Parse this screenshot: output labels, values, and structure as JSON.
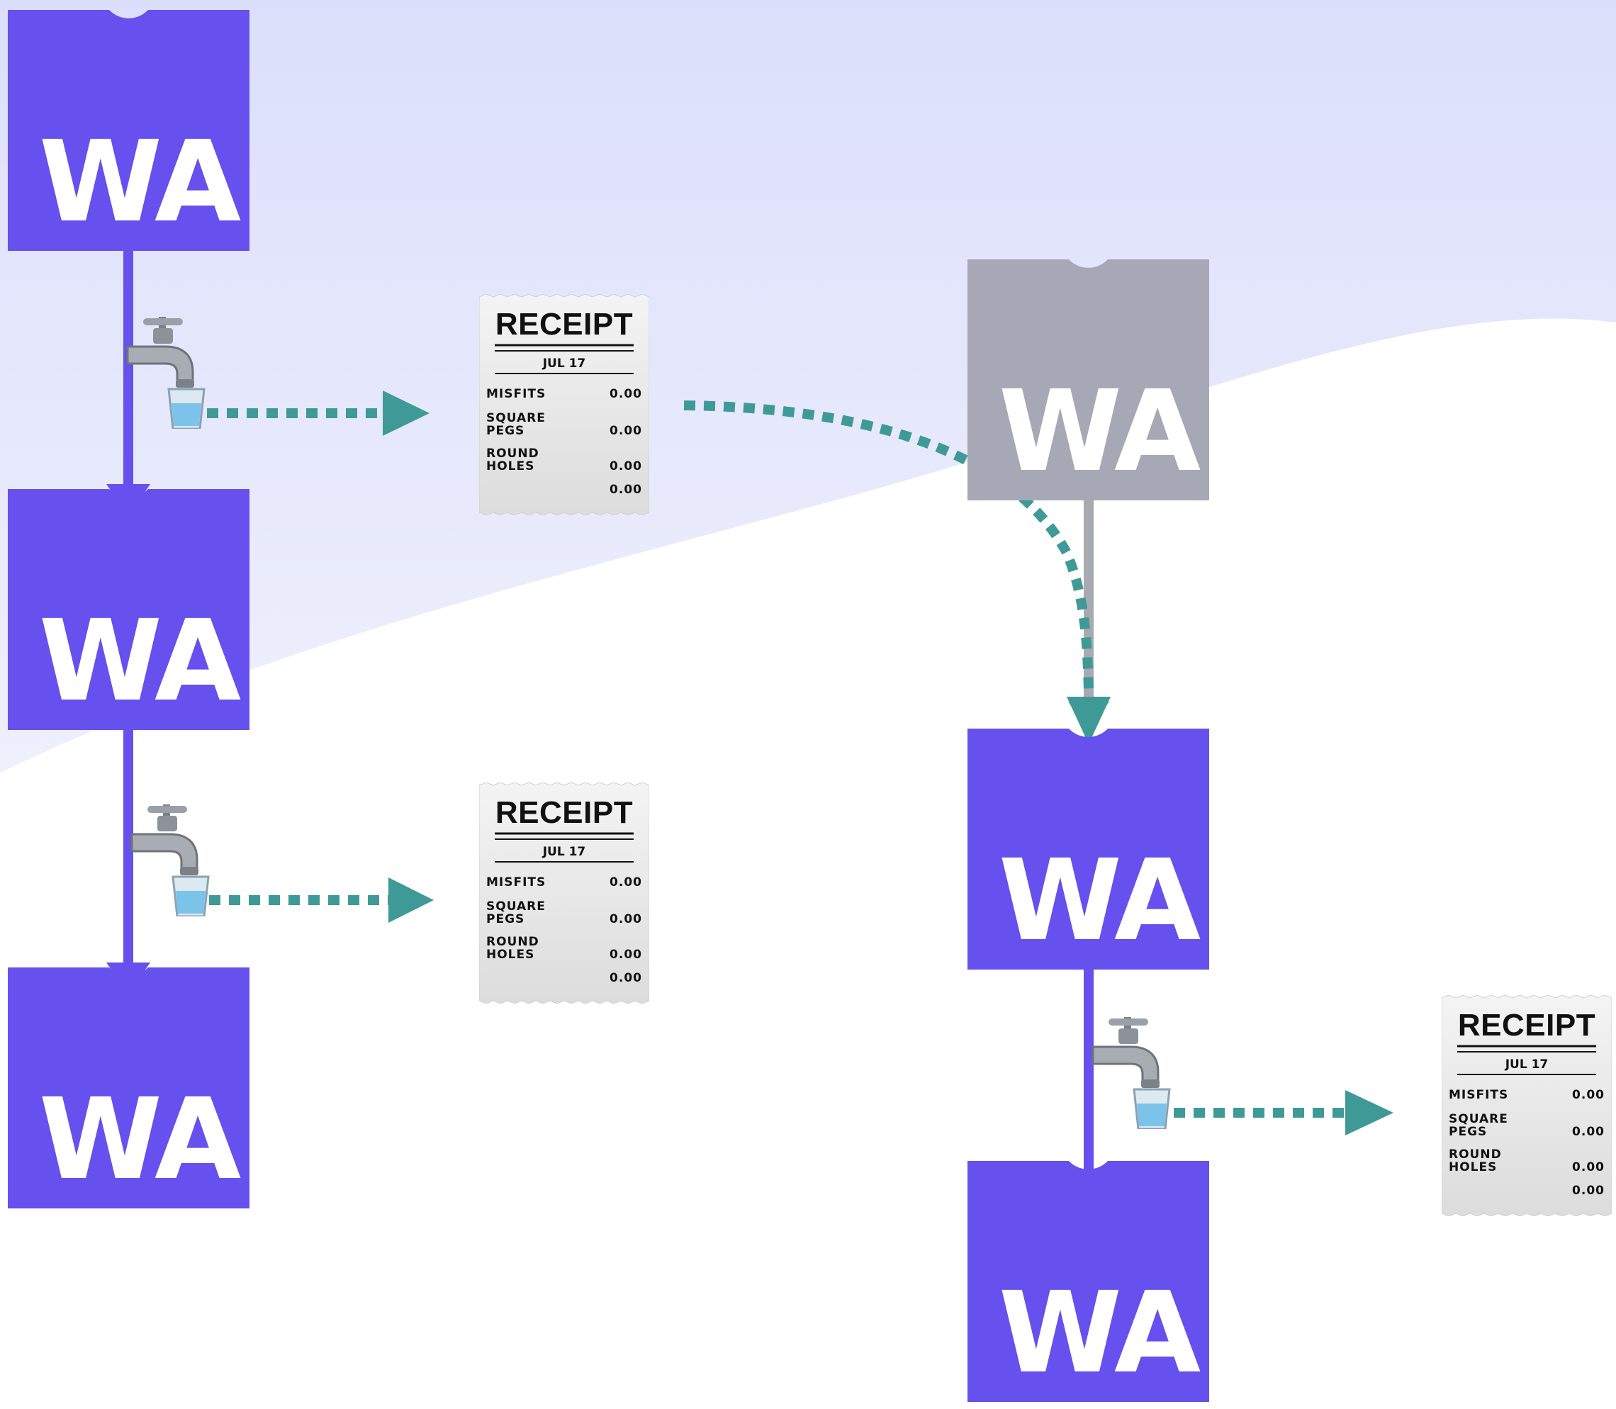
{
  "blocks": [
    {
      "label": "WA",
      "state": "active"
    },
    {
      "label": "WA",
      "state": "active"
    },
    {
      "label": "WA",
      "state": "active"
    },
    {
      "label": "WA",
      "state": "inactive"
    },
    {
      "label": "WA",
      "state": "active"
    },
    {
      "label": "WA",
      "state": "active"
    }
  ],
  "receipts": [
    {
      "title": "RECEIPT",
      "date": "JUL 17",
      "lines": [
        {
          "label": "MISFITS",
          "value": "0.00"
        },
        {
          "label": "SQUARE",
          "label2": "PEGS",
          "value": "0.00"
        },
        {
          "label": "ROUND",
          "label2": "HOLES",
          "value": "0.00"
        }
      ],
      "total": "0.00"
    },
    {
      "title": "RECEIPT",
      "date": "JUL 17",
      "lines": [
        {
          "label": "MISFITS",
          "value": "0.00"
        },
        {
          "label": "SQUARE",
          "label2": "PEGS",
          "value": "0.00"
        },
        {
          "label": "ROUND",
          "label2": "HOLES",
          "value": "0.00"
        }
      ],
      "total": "0.00"
    },
    {
      "title": "RECEIPT",
      "date": "JUL 17",
      "lines": [
        {
          "label": "MISFITS",
          "value": "0.00"
        },
        {
          "label": "SQUARE",
          "label2": "PEGS",
          "value": "0.00"
        },
        {
          "label": "ROUND",
          "label2": "HOLES",
          "value": "0.00"
        }
      ],
      "total": "0.00"
    }
  ],
  "icons": {
    "faucet": "faucet-icon",
    "glass": "water-glass-icon",
    "receipt": "receipt-icon"
  },
  "colors": {
    "block_active": "#6650EE",
    "block_inactive": "#A6A8B5",
    "edge_active": "#6650EE",
    "edge_inactive": "#A9AAB0",
    "flow": "#3F9A97",
    "bg_top": "#DDE0FB"
  }
}
